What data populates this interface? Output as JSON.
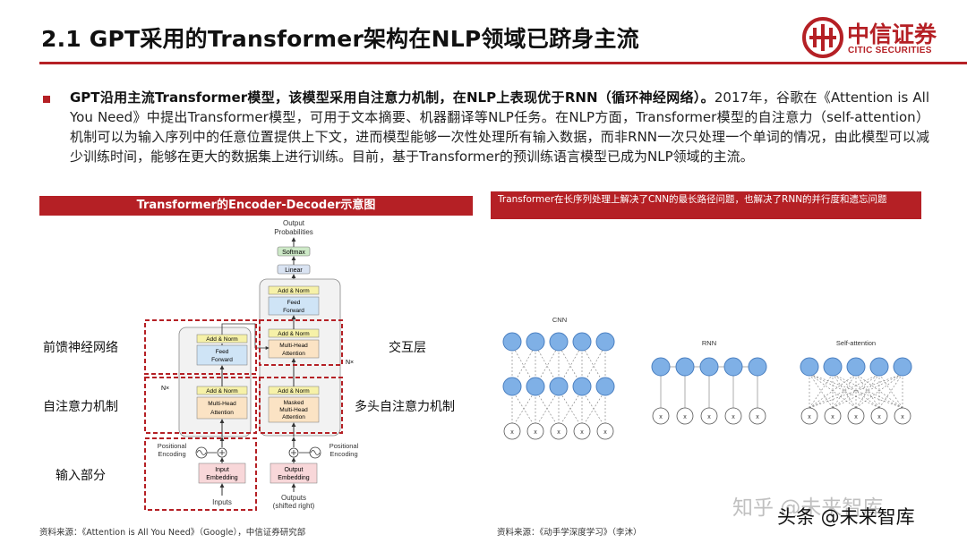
{
  "header": {
    "title": "2.1 GPT采用的Transformer架构在NLP领域已跻身主流",
    "logo_cn": "中信证券",
    "logo_en": "CITIC SECURITIES"
  },
  "body": {
    "bold_lead": "GPT沿用主流Transformer模型，该模型采用自注意力机制，在NLP上表现优于RNN（循环神经网络）。",
    "text": "2017年，谷歌在《Attention is All You Need》中提出Transformer模型，可用于文本摘要、机器翻译等NLP任务。在NLP方面，Transformer模型的自注意力（self-attention）机制可以为输入序列中的任意位置提供上下文，进而模型能够一次性处理所有输入数据，而非RNN一次只处理一个单词的情况，由此模型可以减少训练时间，能够在更大的数据集上进行训练。目前，基于Transformer的预训练语言模型已成为NLP领域的主流。"
  },
  "left_panel": {
    "banner": "Transformer的Encoder-Decoder示意图",
    "labels": {
      "ffn": "前馈神经网络",
      "self_attn": "自注意力机制",
      "input": "输入部分",
      "cross": "交互层",
      "multi_head": "多头自注意力机制"
    },
    "diagram": {
      "output_probs_1": "Output",
      "output_probs_2": "Probabilities",
      "softmax": "Softmax",
      "linear": "Linear",
      "add_norm": "Add & Norm",
      "feed": "Feed",
      "forward": "Forward",
      "multi": "Multi-Head",
      "attention": "Attention",
      "masked": "Masked",
      "nx": "N×",
      "pos_enc_1": "Positional",
      "pos_enc_2": "Encoding",
      "input_emb_1": "Input",
      "input_emb_2": "Embedding",
      "output_emb_1": "Output",
      "output_emb_2": "Embedding",
      "inputs": "Inputs",
      "outputs_1": "Outputs",
      "outputs_2": "(shifted right)"
    },
    "source": "资料来源：《Attention is All You Need》（Google），中信证券研究部"
  },
  "right_panel": {
    "banner": "Transformer在长序列处理上解决了CNN的最长路径问题，也解决了RNN的并行度和遗忘问题",
    "cnn_label": "CNN",
    "rnn_label": "RNN",
    "sa_label": "Self-attention",
    "node_label": "x",
    "source": "资料来源：《动手学深度学习》（李沐）"
  },
  "watermark": {
    "top": "知乎 @未来智库",
    "bottom": "头条 @未来智库"
  },
  "colors": {
    "accent": "#b52025",
    "node_fill": "#7fb0e6",
    "node_stroke": "#4a7fc0",
    "ffn_fill": "#cfe4f6",
    "attn_fill": "#fbe3c4",
    "addnorm_fill": "#f6f1a8",
    "emb_fill": "#f8d7d9",
    "softmax_fill": "#cde9c7",
    "linear_fill": "#d9e3f2"
  }
}
